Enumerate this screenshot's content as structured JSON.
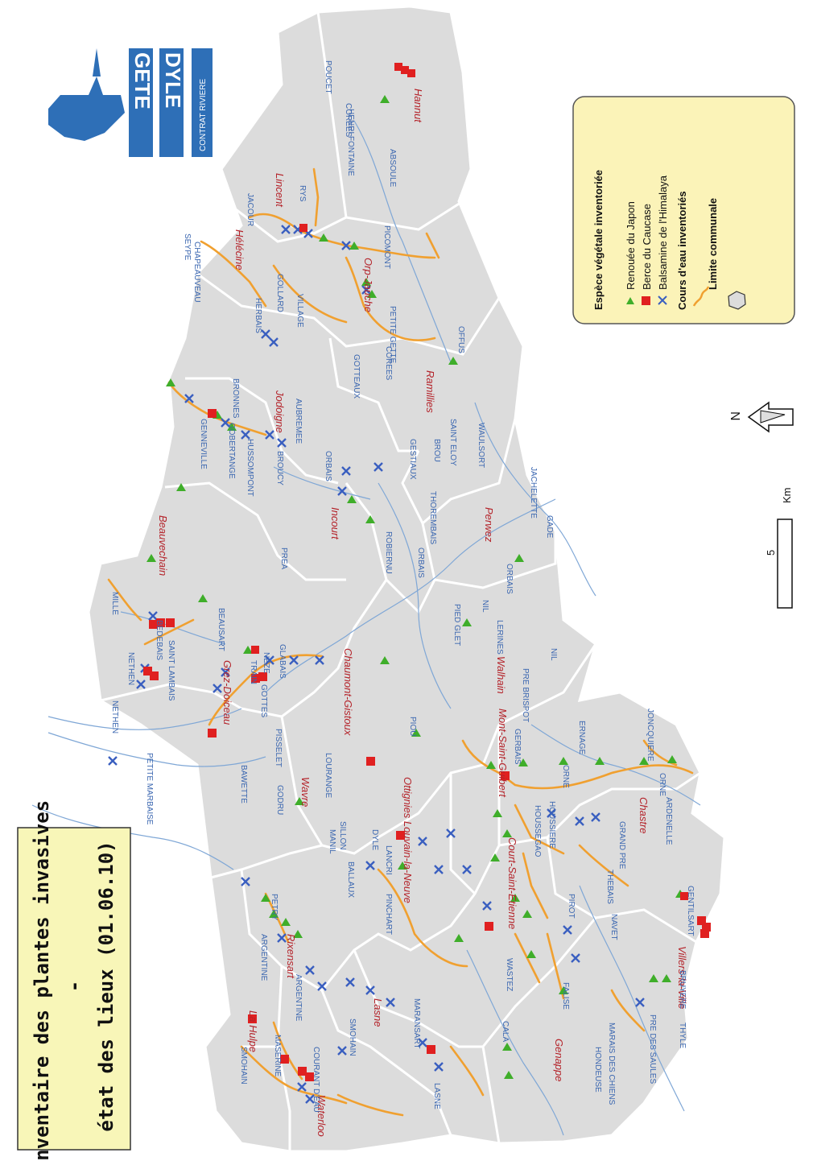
{
  "title": {
    "line1": "Inventaire des plantes invasives",
    "line2": "-",
    "line3": "état des lieux (01.06.10)"
  },
  "logo": {
    "top": "GETE",
    "bottom": "DYLE",
    "sub": "CONTRAT RIVIERE"
  },
  "legend": {
    "species_title": "Espèce végétale inventoriée",
    "items": [
      {
        "label": "Renouée du Japon",
        "symbol": "triangle",
        "color": "#3fae2a"
      },
      {
        "label": "Berce du Caucase",
        "symbol": "square",
        "color": "#e02020"
      },
      {
        "label": "Balsamine de l'Himalaya",
        "symbol": "cross",
        "color": "#3a5fc0"
      }
    ],
    "rivers_title": "Cours d'eau inventoriés",
    "communes_title": "Limite communale"
  },
  "scale": {
    "value": "5",
    "unit": "Km"
  },
  "colors": {
    "commune_fill": "#dcdcdc",
    "commune_stroke": "#ffffff",
    "river_blue": "#7fa7d6",
    "river_inventoried": "#f0a030",
    "title_bg": "#f8f6b8",
    "legend_bg": "#fbf3b8",
    "logo_blue": "#2e6fb7"
  },
  "communes": [
    {
      "name": "Hannut"
    },
    {
      "name": "Lincent"
    },
    {
      "name": "Hélécine"
    },
    {
      "name": "Orp-Jauche"
    },
    {
      "name": "Ramillies"
    },
    {
      "name": "Jodoigne"
    },
    {
      "name": "Incourt"
    },
    {
      "name": "Perwez"
    },
    {
      "name": "Beauvechain"
    },
    {
      "name": "Grez-Doiceau"
    },
    {
      "name": "Chaumont-Gistoux"
    },
    {
      "name": "Walhain"
    },
    {
      "name": "Wavre"
    },
    {
      "name": "Ottignies Louvain-la-Neuve"
    },
    {
      "name": "Mont-Saint-Guibert"
    },
    {
      "name": "Chastre"
    },
    {
      "name": "Court-Saint-Etienne"
    },
    {
      "name": "Villers-la-Ville"
    },
    {
      "name": "Rixensart"
    },
    {
      "name": "La Hulpe"
    },
    {
      "name": "Lasne"
    },
    {
      "name": "Genappe"
    },
    {
      "name": "Waterloo"
    }
  ],
  "rivers": [
    "POUCET",
    "COREES",
    "HENRI FONTAINE",
    "ABSOULE",
    "RYS",
    "JACOUR",
    "SEYPE",
    "CHAPEAUVEAU",
    "GOLLARD",
    "VILLAGE",
    "HERBAIS",
    "PICOMONT",
    "PETITE GETTE",
    "COREES",
    "OFFUS",
    "GOTTEAUX",
    "AUBREMEE",
    "BRONNES",
    "GENNEVILLE",
    "GOBERTANGE",
    "HUSSOMPONT",
    "BROUCY",
    "ORBAIS",
    "SAINT ELOY",
    "WAULSORT",
    "BROU",
    "GESTIAUX",
    "JACHELETTE",
    "GADE",
    "THOREMBAIS",
    "ORBAIS",
    "ORBAIS",
    "ROBIERNU",
    "PREA",
    "MILLE",
    "BEDEBAIS",
    "NETHEN",
    "NETHEN",
    "SAINT LAMBAIS",
    "BEAUSART",
    "TRAIN",
    "GLABAIS",
    "NEZE",
    "GOTTES",
    "PISSELET",
    "PETITE MARBAISE",
    "BAWETTE",
    "GODRU",
    "LOURANGE",
    "PIOU",
    "PIED GLET",
    "LERINES",
    "NIL",
    "NIL",
    "PRE BRISPOT",
    "GERBAIS",
    "ORNE",
    "ORNE",
    "ERNAGE",
    "JONCQUIERE",
    "ARDENELLE",
    "HOUSSIERE",
    "GRAND PRE",
    "THEBAIS",
    "NAVET",
    "GENTILSART",
    "BRUYERE",
    "THYLE",
    "PRE DES SAULES",
    "FALISE",
    "MARAIS DES CHIENS",
    "HONDEUSE",
    "WASTEZ",
    "CALA",
    "PIROT",
    "DYLE",
    "LANCRI",
    "BALLAUX",
    "PINCHART",
    "SILLON",
    "MANIL",
    "ARGENTINE",
    "MASERINE",
    "SMOHAIN",
    "MARANSART",
    "COURANT D'EAU",
    "ARGENTINE",
    "LASNE",
    "PETRY",
    "SMOHAIN",
    "HOUSSEGAO"
  ]
}
